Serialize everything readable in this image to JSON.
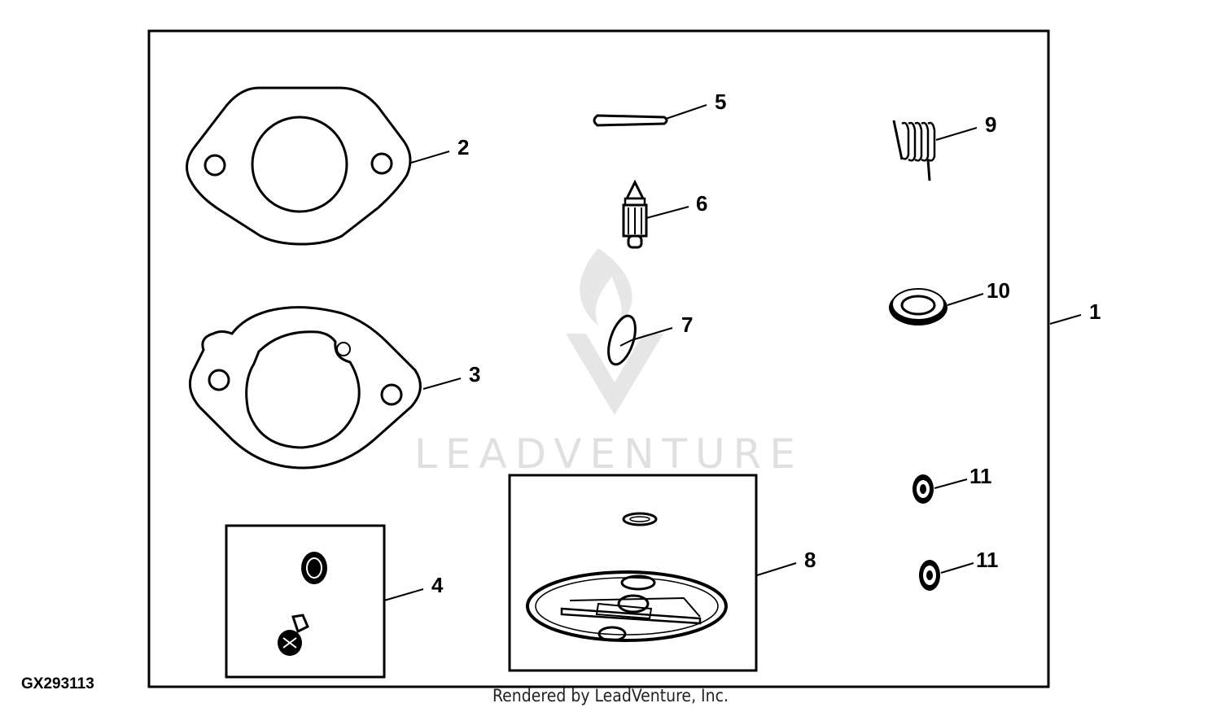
{
  "figure_id": "GX293113",
  "credit": "Rendered by LeadVenture, Inc.",
  "watermark": "LEADVENTURE",
  "callouts": {
    "c1": "1",
    "c2": "2",
    "c3": "3",
    "c4": "4",
    "c5": "5",
    "c6": "6",
    "c7": "7",
    "c8": "8",
    "c9": "9",
    "c10": "10",
    "c11a": "11",
    "c11b": "11"
  }
}
